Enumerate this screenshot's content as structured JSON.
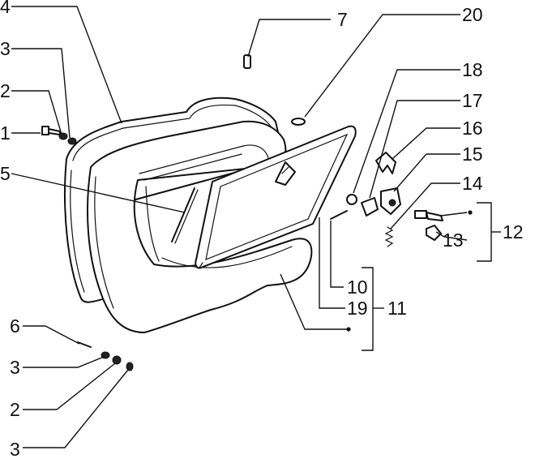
{
  "callouts": {
    "c1": "1",
    "c2_top": "2",
    "c3_top": "3",
    "c4": "4",
    "c5": "5",
    "c6": "6",
    "c3_mid": "3",
    "c2_bottom": "2",
    "c3_bottom": "3",
    "c7": "7",
    "c20": "20",
    "c18": "18",
    "c17": "17",
    "c16": "16",
    "c15": "15",
    "c14": "14",
    "c13": "13",
    "c12": "12",
    "c10": "10",
    "c19": "19",
    "c11": "11"
  }
}
